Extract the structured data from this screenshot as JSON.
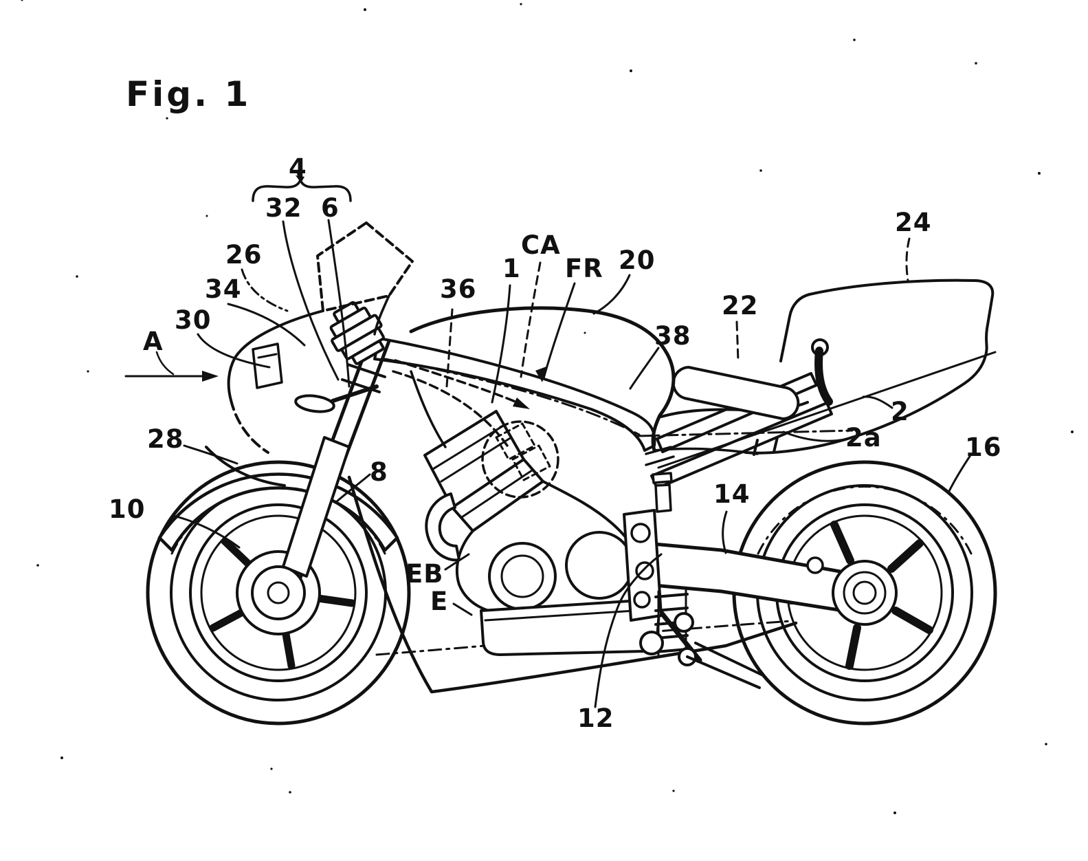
{
  "figure_label": "Fig. 1",
  "labels": {
    "n4": "4",
    "n32": "32",
    "n6": "6",
    "n26": "26",
    "n34": "34",
    "n30": "30",
    "a": "A",
    "n28": "28",
    "n10": "10",
    "n8": "8",
    "n36": "36",
    "n1": "1",
    "ca": "CA",
    "fr": "FR",
    "n20": "20",
    "n38": "38",
    "n22": "22",
    "n24": "24",
    "n2": "2",
    "n2a": "2a",
    "n16": "16",
    "n14": "14",
    "eb": "EB",
    "e": "E",
    "n12": "12"
  },
  "colors": {
    "ink": "#111111",
    "paper": "#ffffff"
  }
}
